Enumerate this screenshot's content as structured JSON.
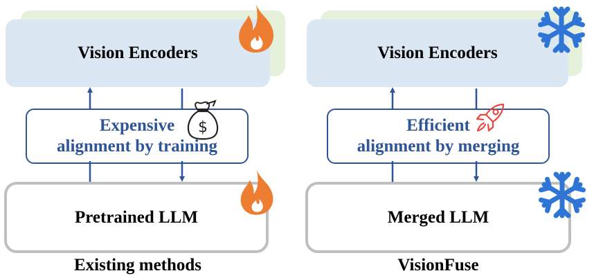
{
  "left_panel": {
    "encoder_label": "Vision Encoders",
    "alignment_line1": "Expensive",
    "alignment_line2": "alignment by training",
    "llm_label": "Pretrained LLM",
    "caption": "Existing methods"
  },
  "right_panel": {
    "encoder_label": "Vision Encoders",
    "alignment_line1": "Efficient",
    "alignment_line2": "alignment by merging",
    "llm_label": "Merged LLM",
    "caption": "VisionFuse"
  },
  "icons": {
    "left_encoder": "fire-icon",
    "left_alignment": "money-bag-icon",
    "left_llm": "fire-icon",
    "right_encoder": "snowflake-icon",
    "right_alignment": "rocket-icon",
    "right_llm": "snowflake-icon"
  },
  "colors": {
    "encoder_fill": "#dbe7f3",
    "encoder_shadow": "#e6f1dc",
    "alignment_text": "#2f5597",
    "llm_border": "#bfbfbf",
    "fire": "#ed7d31",
    "snowflake": "#2e75d6",
    "rocket": "#e8483f"
  }
}
